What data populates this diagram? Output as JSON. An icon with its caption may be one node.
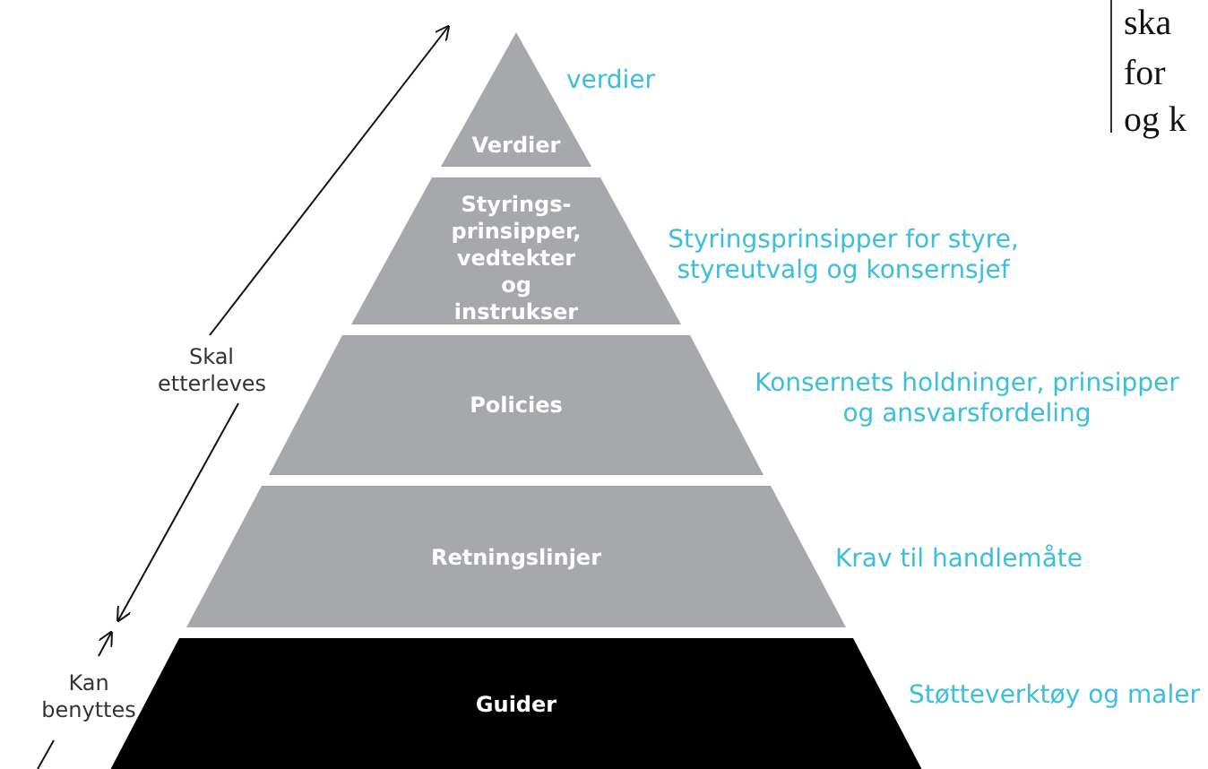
{
  "diagram": {
    "nodes": [
      {
        "text": [
          "Verdier"
        ],
        "beside": [
          "verdier"
        ]
      },
      {
        "text": [
          "Styrings- prinsipper, vedtekter og instrukser"
        ],
        "beside": [
          "Styringsprinsipper for styre, styreutvalg og konsernsjef"
        ]
      },
      {
        "text": [
          "Policies"
        ],
        "beside": [
          "Konsernets holdninger, prinsipper og ansvarsfordeling"
        ]
      },
      {
        "text": [
          "Retningslinjer"
        ],
        "beside": [
          "Krav til handlemåte"
        ]
      },
      {
        "text": [
          "Guider"
        ],
        "beside": [
          "Støtteverktøy og maler"
        ]
      }
    ],
    "edges": [],
    "labels": [
      "Skal etterleves",
      "Kan benyttes",
      "ska",
      "for",
      "og k"
    ]
  }
}
